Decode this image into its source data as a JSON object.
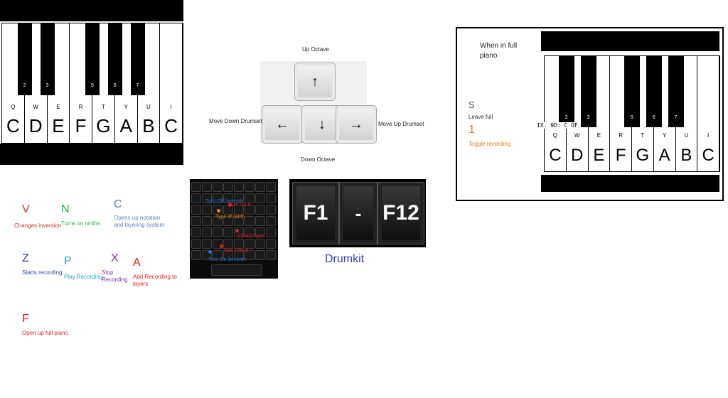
{
  "piano_left": {
    "white_keys": [
      {
        "note": "C",
        "key": "Q"
      },
      {
        "note": "D",
        "key": "W"
      },
      {
        "note": "E",
        "key": "E"
      },
      {
        "note": "F",
        "key": "R"
      },
      {
        "note": "G",
        "key": "T"
      },
      {
        "note": "A",
        "key": "Y"
      },
      {
        "note": "B",
        "key": "U"
      },
      {
        "note": "C",
        "key": "I"
      }
    ],
    "black_keys": [
      "2",
      "3",
      "5",
      "6",
      "7"
    ]
  },
  "arrows": {
    "up_label": "Up Octave",
    "down_label": "Down Octave",
    "left_label": "Move Down Drumset",
    "right_label": "Move Up Drumset",
    "up_glyph": "↑",
    "down_glyph": "↓",
    "left_glyph": "←",
    "right_glyph": "→"
  },
  "full_piano": {
    "title": "When in full piano",
    "s_letter": "S",
    "s_desc": "Leave full",
    "one_letter": "1",
    "one_desc": "Toggle recording",
    "overlay_text": "IX. 9D: C OF",
    "white_keys": [
      {
        "note": "C",
        "key": "Q"
      },
      {
        "note": "D",
        "key": "W"
      },
      {
        "note": "E",
        "key": "E"
      },
      {
        "note": "F",
        "key": "R"
      },
      {
        "note": "G",
        "key": "T"
      },
      {
        "note": "A",
        "key": "Y"
      },
      {
        "note": "B",
        "key": "U"
      },
      {
        "note": "C",
        "key": "I"
      }
    ],
    "black_keys": [
      "2",
      "3",
      "5",
      "6",
      "7"
    ]
  },
  "legend": [
    {
      "letter": "V",
      "desc": "Changes inversion",
      "color": "#c0392b"
    },
    {
      "letter": "N",
      "desc": "Turns on ninths",
      "color": "#27ae3c"
    },
    {
      "letter": "C",
      "desc": "Opens up notation and layering system",
      "color": "#5b7fc4"
    },
    {
      "letter": "Z",
      "desc": "Starts recording",
      "color": "#2c3ea8"
    },
    {
      "letter": "P",
      "desc": "Play Recording",
      "color": "#1fa3d6"
    },
    {
      "letter": "X",
      "desc": "Stop Recording",
      "color": "#7a2fa8"
    },
    {
      "letter": "A",
      "desc": "Add Recording to layers",
      "color": "#e02020"
    },
    {
      "letter": "F",
      "desc": "Open up full piano",
      "color": "#e02020"
    }
  ],
  "keyboard_photo": {
    "annotations": [
      {
        "text": "Turn Off Seventh",
        "color": "#1f6fd1"
      },
      {
        "text": "Turn On 9",
        "color": "#e02020"
      },
      {
        "text": "Type of Ninth",
        "color": "#e67e22"
      },
      {
        "text": "Chord Type",
        "color": "#e02020"
      },
      {
        "text": "Type Chord",
        "color": "#e02020"
      },
      {
        "text": "Turn On Seventh",
        "color": "#1f6fd1"
      }
    ]
  },
  "drumkit": {
    "f1": "F1",
    "dash": "-",
    "f12": "F12",
    "label": "Drumkit",
    "label_color": "#3340b8"
  }
}
